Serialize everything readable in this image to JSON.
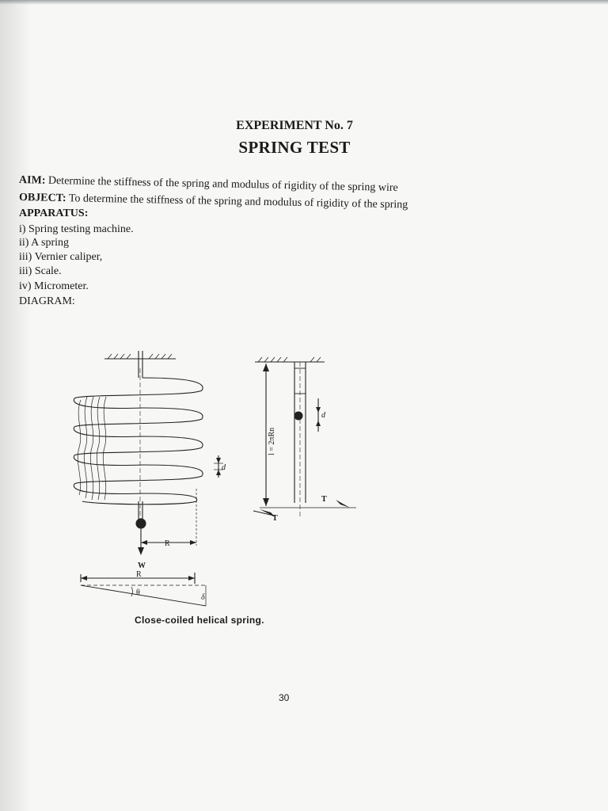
{
  "header": {
    "experiment": "EXPERIMENT No. 7",
    "title": "SPRING TEST"
  },
  "aim": {
    "label": "AIM:",
    "text": " Determine the stiffness of the spring and modulus of rigidity of the spring wire"
  },
  "object": {
    "label": "OBJECT:",
    "text": " To determine the stiffness of the spring and modulus of rigidity of the spring"
  },
  "apparatus": {
    "label": "APPARATUS:",
    "items": [
      "i) Spring testing machine.",
      "ii) A spring",
      "iii) Vernier caliper,",
      "iii) Scale.",
      "iv) Micrometer."
    ]
  },
  "diagram": {
    "heading": "DIAGRAM:",
    "labels": {
      "d": "d",
      "R": "R",
      "W": "W",
      "theta": "θ",
      "delta": "δ",
      "length": "l = 2πRn",
      "T": "T"
    },
    "caption": "Close-coiled helical spring."
  },
  "footer": {
    "page_number": "30"
  }
}
